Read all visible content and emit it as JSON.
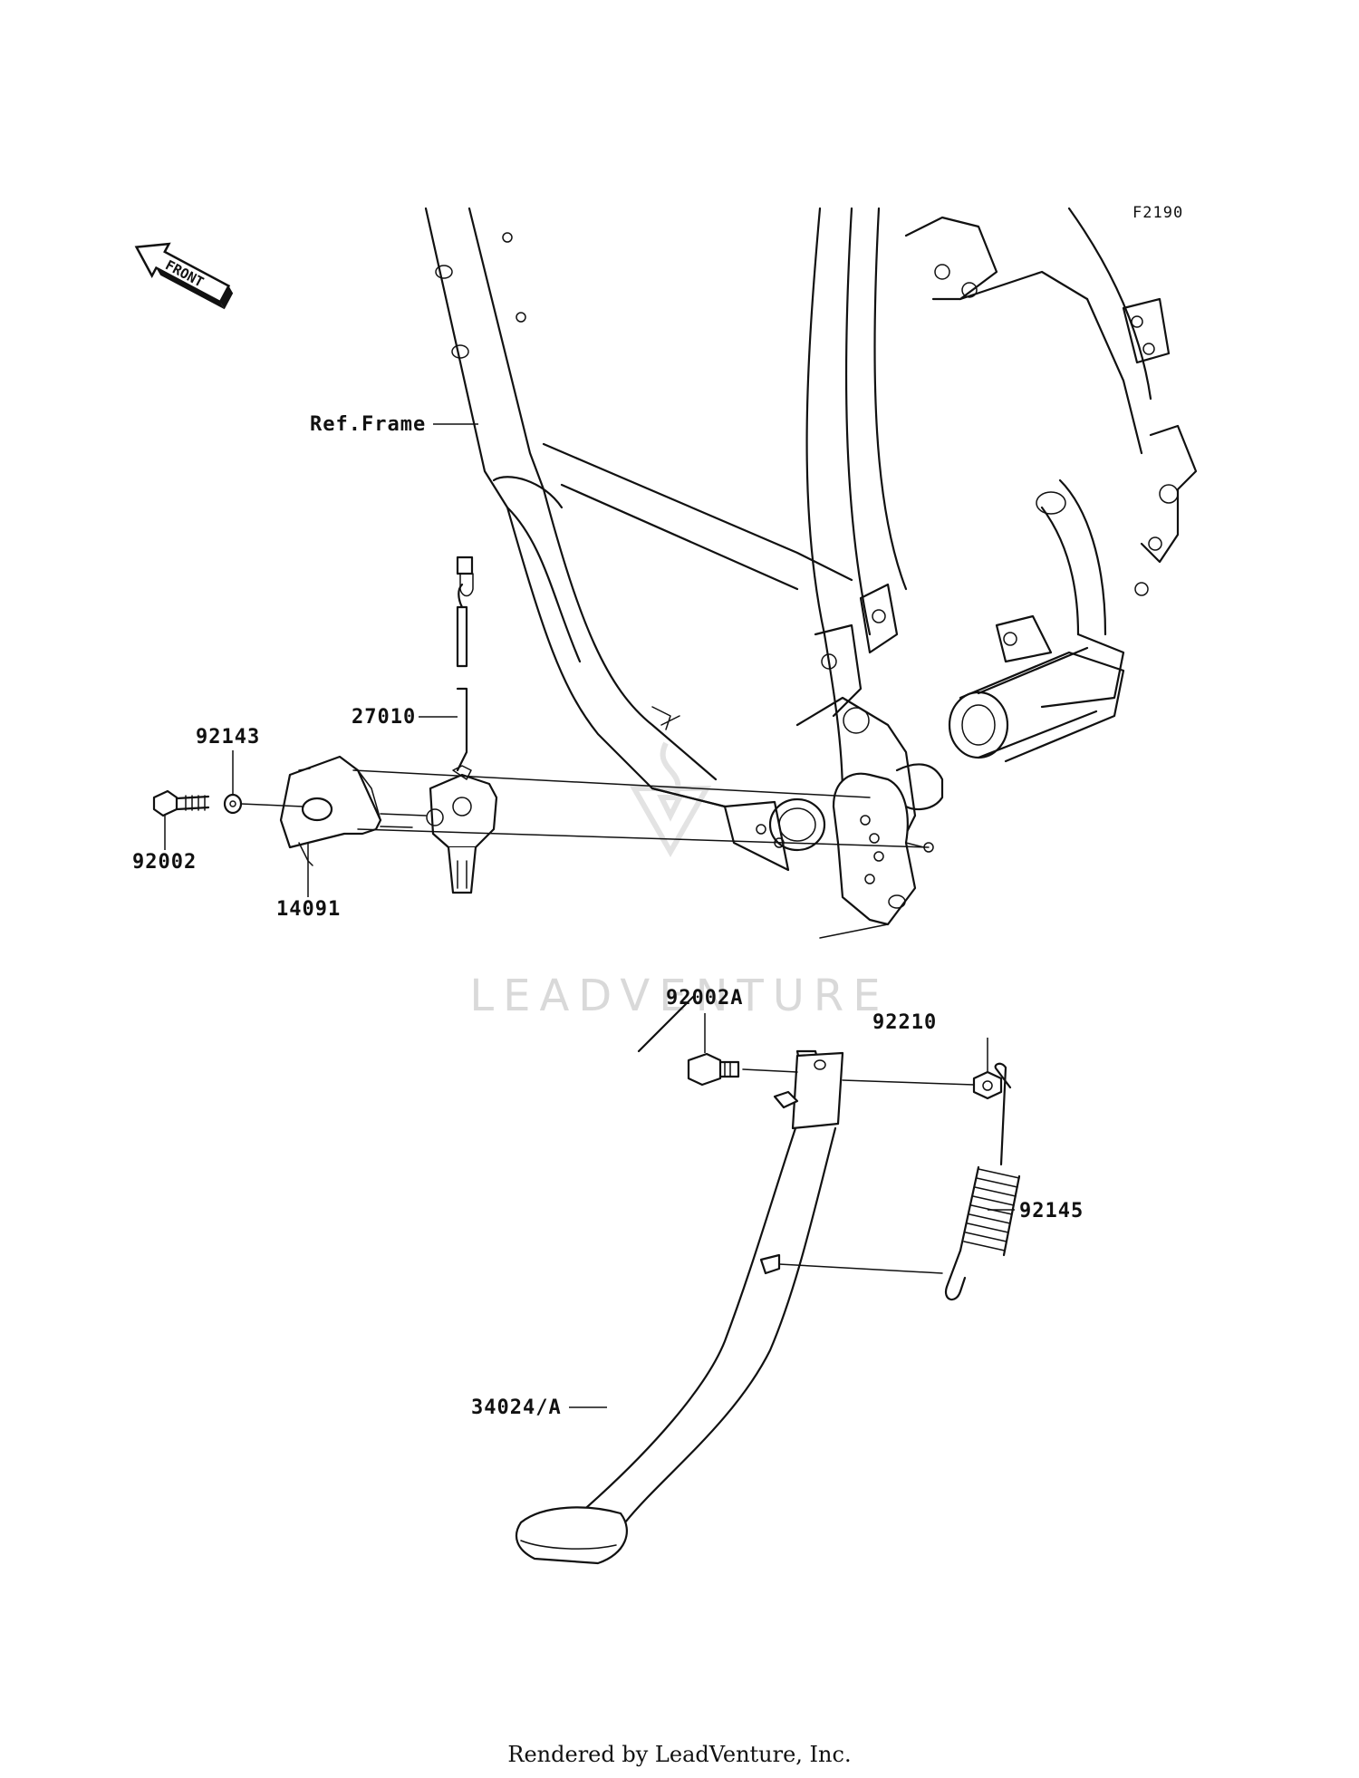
{
  "diagram_code": "F2190",
  "front_arrow_label": "FRONT",
  "watermark": "LEADVENTURE",
  "footer": "Rendered by LeadVenture, Inc.",
  "callouts": {
    "ref_frame": "Ref.Frame",
    "p27010": "27010",
    "p92143": "92143",
    "p92002": "92002",
    "p14091": "14091",
    "p92002a": "92002A",
    "p92210": "92210",
    "p92145": "92145",
    "p34024a": "34024/A"
  }
}
